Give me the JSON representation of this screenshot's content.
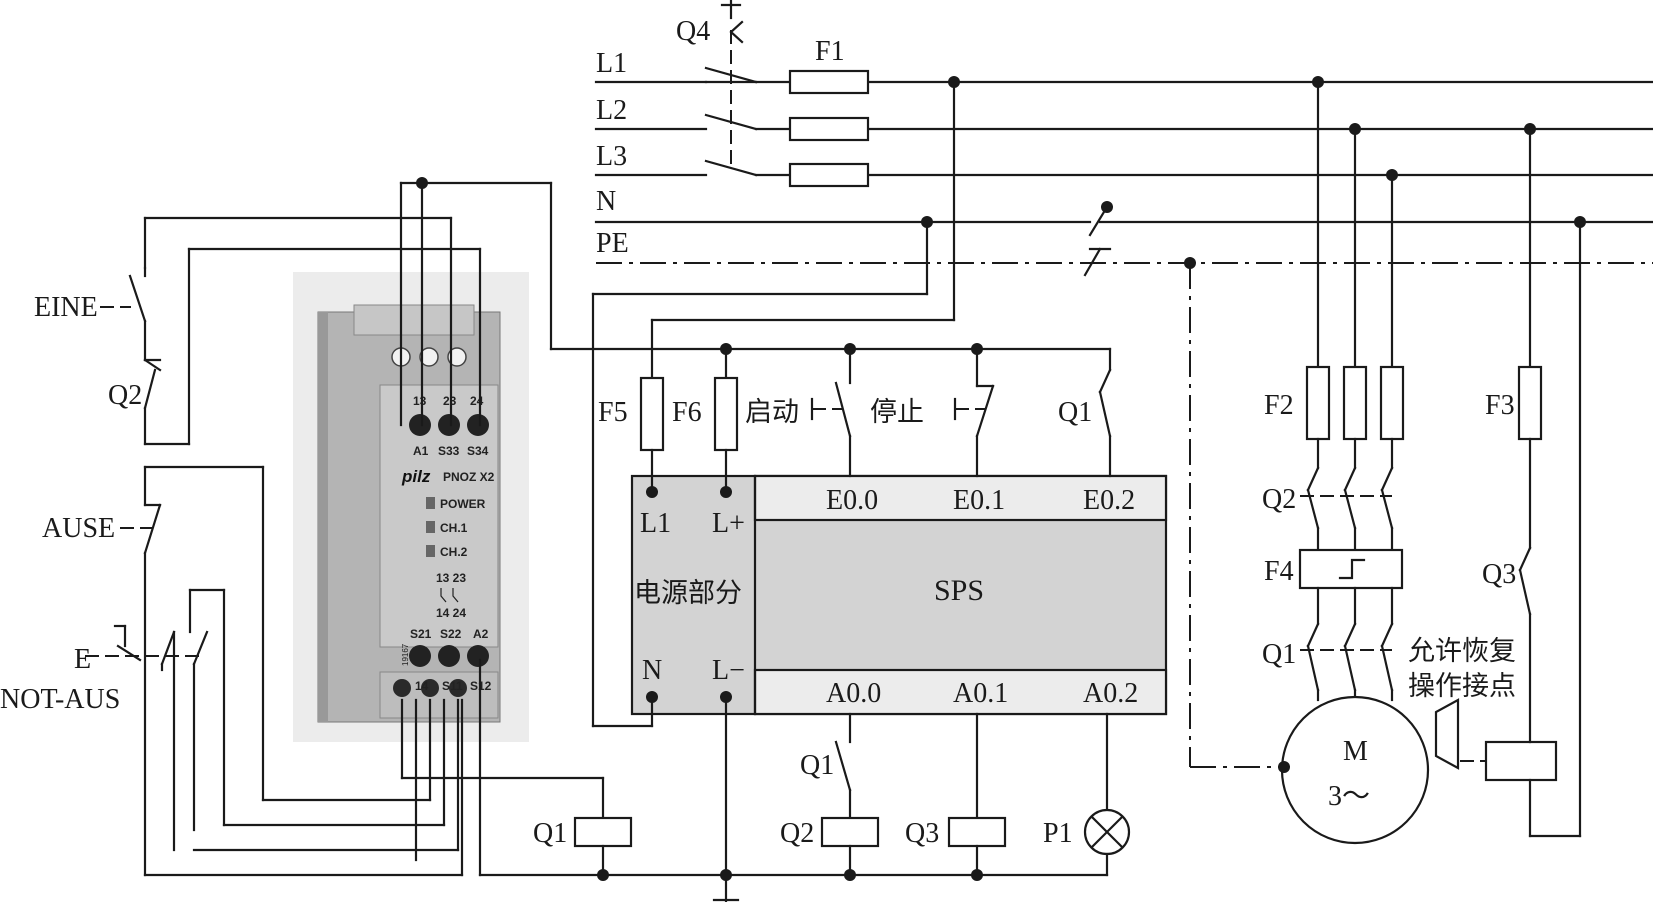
{
  "mains": {
    "l1": "L1",
    "l2": "L2",
    "l3": "L3",
    "n": "N",
    "pe": "PE",
    "q4": "Q4",
    "f1": "F1"
  },
  "left": {
    "eine": "EINE",
    "ause": "AUSE",
    "notaus": "NOT-AUS",
    "q2": "Q2",
    "e_prefix": "E"
  },
  "relay": {
    "brand": "pilz",
    "model": "PNOZ X2",
    "top_terms": [
      "13",
      "23",
      "24"
    ],
    "mid_terms": [
      "A1",
      "S33",
      "S34"
    ],
    "leds": [
      "POWER",
      "CH.1",
      "CH.2"
    ],
    "contacts_top": "13 23",
    "contacts_bot": "14 24",
    "bot_terms": [
      "S21",
      "S22",
      "A2"
    ],
    "base_terms": [
      "14",
      "S11",
      "S12"
    ],
    "side_code": "19167"
  },
  "plc": {
    "power_section": "电源部分",
    "name": "SPS",
    "in_terms": [
      "L1",
      "L+"
    ],
    "out_terms": [
      "N",
      "L−"
    ],
    "inputs": [
      "E0.0",
      "E0.1",
      "E0.2"
    ],
    "outputs": [
      "A0.0",
      "A0.1",
      "A0.2"
    ]
  },
  "control": {
    "f5": "F5",
    "f6": "F6",
    "start": "启动",
    "stop": "停止",
    "q1_in": "Q1",
    "q1_coil": "Q1",
    "q1_out": "Q1",
    "q2_coil": "Q2",
    "q3_coil": "Q3",
    "p1": "P1"
  },
  "motor": {
    "f2": "F2",
    "f3": "F3",
    "q2": "Q2",
    "f4": "F4",
    "q1": "Q1",
    "q3": "Q3",
    "m": "M",
    "m_type": "3～",
    "allow_line1": "允许恢复",
    "allow_line2": "操作接点"
  }
}
